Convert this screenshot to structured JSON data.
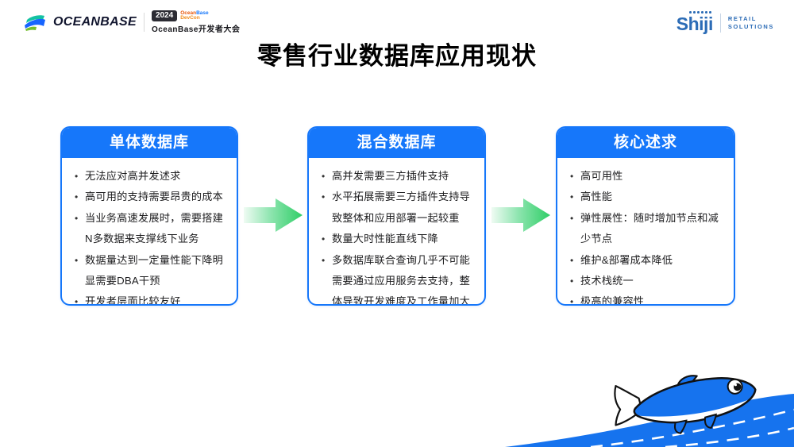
{
  "brand": {
    "oceanbase_wordmark": "OCEANBASE",
    "badge_year": "2024",
    "badge_line1_a": "Ocean",
    "badge_line1_b": "Base",
    "badge_line2": "DevCon",
    "badge_subtitle": "OceanBase开发者大会",
    "shiji_wordmark": "Shiji",
    "shiji_tag_line1": "RETAIL",
    "shiji_tag_line2": "SOLUTIONS"
  },
  "title": "零售行业数据库应用现状",
  "cards": [
    {
      "header": "单体数据库",
      "bullets": [
        "无法应对高并发述求",
        "高可用的支持需要昂贵的成本",
        "当业务高速发展时，需要搭建N多数据来支撑线下业务",
        "数据量达到一定量性能下降明显需要DBA干预",
        "开发者层面比较友好"
      ]
    },
    {
      "header": "混合数据库",
      "bullets": [
        "高并发需要三方插件支持",
        "水平拓展需要三方插件支持导致整体和应用部署一起较重",
        "数量大时性能直线下降",
        "多数据库联合查询几乎不可能需要通过应用服务去支持，整体导致开发难度及工作量加大"
      ]
    },
    {
      "header": "核心述求",
      "bullets": [
        "高可用性",
        "高性能",
        "弹性展性：随时增加节点和减少节点",
        "维护&部署成本降低",
        "技术栈统一",
        "极高的兼容性"
      ]
    }
  ],
  "colors": {
    "primary_blue": "#1677FA",
    "wave_blue": "#1673EE",
    "arrow_green": "#2FCE67",
    "shiji_blue": "#2C6CB6",
    "text_dark": "#1D1D1F"
  }
}
